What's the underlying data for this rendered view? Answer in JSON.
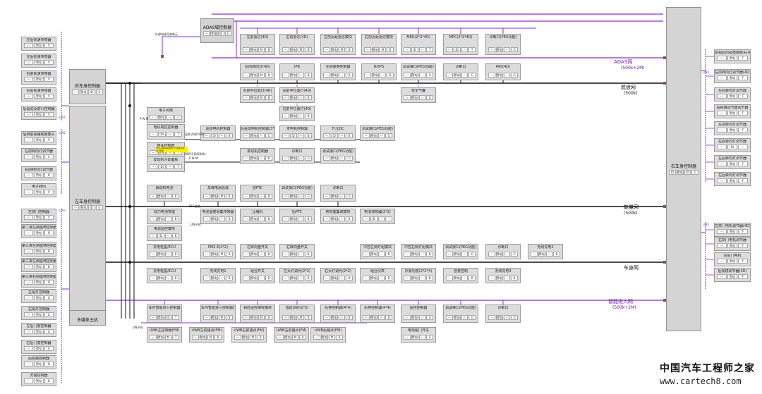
{
  "colors": {
    "trunk": "#111111",
    "purple": "#8a2be2",
    "purple_dark": "#6a1a9a",
    "pink": "#cc3388",
    "ecu_fill": "#dcdcdc",
    "note_yellow": "#ffee00"
  },
  "buses": {
    "adas": {
      "label": "ADAS网",
      "sub": "(500k+2M)"
    },
    "chassis": {
      "label": "底盘网",
      "sub": "(500k)"
    },
    "energy": {
      "label": "能量网",
      "sub": "(500k)"
    },
    "body": {
      "label": "车身网",
      "sub": ""
    },
    "smart": {
      "label": "智能进入网",
      "sub": "(500k+2M)"
    }
  },
  "main_nodes": {
    "rear_body": {
      "title": "后车身控制器",
      "fields": [
        "—",
        "警电",
        "ID",
        "G"
      ]
    },
    "left_body": {
      "title": "左车身控制器",
      "fields": [
        "—",
        "警电",
        "ID",
        "G"
      ]
    },
    "multimedia": {
      "title": "多媒体主机",
      "fields": []
    },
    "right_body": {
      "title": "右车身控制器",
      "fields": [
        "ID",
        "警电",
        "ID",
        "G"
      ]
    },
    "adas_ctrl": {
      "title": "ADAS域控制器",
      "fields": [
        "—",
        "警电",
        "ID",
        "G"
      ]
    }
  },
  "left_column_top": [
    {
      "title": "左后轮速传感器",
      "fields": [
        "—",
        "警电",
        "V"
      ]
    },
    {
      "title": "左后轮速传感器",
      "fields": [
        "—",
        "警电",
        "V"
      ]
    },
    {
      "title": "右前轮速传感器",
      "fields": [
        "—",
        "警电",
        "V"
      ]
    },
    {
      "title": "右后轮速传感器",
      "fields": [
        "—",
        "警电",
        "V"
      ]
    },
    {
      "title": "后驱动及前行控制器",
      "fields": [
        "—",
        "警电",
        "V"
      ]
    }
  ],
  "left_column_mid": [
    {
      "title": "后挡前视辅助摄像头",
      "fields": [
        "—",
        "警电",
        "P"
      ]
    },
    {
      "title": "左前转向灯调节器",
      "fields": [
        "—",
        "警电",
        "C"
      ]
    },
    {
      "title": "右前转向灯调节器",
      "fields": [
        "—",
        "警电",
        "B"
      ]
    },
    {
      "title": "电子转向",
      "fields": [
        "—",
        "警电",
        "P"
      ]
    }
  ],
  "left_column_low": [
    {
      "title": "左前门控制器",
      "fields": [
        "—",
        "警电",
        "V"
      ]
    },
    {
      "title": "第二排左侧座椅控制器",
      "fields": [
        "—",
        "警电",
        "B"
      ]
    },
    {
      "title": "第三排左侧座椅控制器",
      "fields": [
        "—",
        "警电",
        "B"
      ]
    },
    {
      "title": "第三排左侧座椅控制器",
      "fields": [
        "—",
        "警电",
        "B"
      ]
    },
    {
      "title": "第三排右侧座椅控制器",
      "fields": [
        "—",
        "警电",
        "B"
      ]
    },
    {
      "title": "左尾灯控制器",
      "fields": [
        "—",
        "警电",
        "G"
      ]
    },
    {
      "title": "右尾灯控制器",
      "fields": [
        "—",
        "警电",
        "G"
      ]
    },
    {
      "title": "左后门窗控制器",
      "fields": [
        "—",
        "警电",
        "G"
      ]
    },
    {
      "title": "右后门窗控制器",
      "fields": [
        "—",
        "警电",
        "G"
      ]
    },
    {
      "title": "后视镜控制器",
      "fields": [
        "—",
        "警电",
        "B"
      ]
    },
    {
      "title": "天窗控制器",
      "fields": [
        "—",
        "警电",
        "B"
      ]
    }
  ],
  "adas_row": [
    {
      "title": "左前雷达(4D)",
      "fields": [
        "—",
        "警电",
        "M",
        "B"
      ]
    },
    {
      "title": "右前雷达(4D)",
      "fields": [
        "—",
        "警电",
        "M",
        "B"
      ]
    },
    {
      "title": "左前近距雷达模块",
      "fields": [
        "—",
        "警电",
        "M",
        "B"
      ]
    },
    {
      "title": "右前近距雷达模块",
      "fields": [
        "—",
        "警电",
        "M",
        "B"
      ]
    },
    {
      "title": "MRR(2*2*4D)",
      "fields": [
        "—",
        "ID",
        "—",
        "T"
      ]
    },
    {
      "title": "MPC(2*2*4D)",
      "fields": [
        "—",
        "ID",
        "—",
        "T"
      ]
    },
    {
      "title": "诊断口(PEG功能)",
      "fields": [
        "—",
        "警电",
        "—",
        "G"
      ]
    }
  ],
  "chassis_row1": [
    {
      "title": "左前转向灯(4D)",
      "fields": [
        "—",
        "警电",
        "M",
        "B"
      ]
    },
    {
      "title": "IPB",
      "fields": [
        "—",
        "警电",
        "—",
        "B"
      ]
    },
    {
      "title": "主动悬架控制器",
      "fields": [
        "—",
        "警电",
        "—",
        "B"
      ]
    },
    {
      "title": "R-EPS",
      "fields": [
        "—",
        "警电",
        "—",
        "B"
      ]
    },
    {
      "title": "调试接口(PEG功能)",
      "fields": [
        "—",
        "警电",
        "—",
        "G"
      ]
    },
    {
      "title": "诊断口",
      "fields": [
        "—",
        "警电",
        "—",
        "G"
      ]
    },
    {
      "title": "PAS(4D)",
      "fields": [
        "—",
        "警电",
        "—",
        "G"
      ]
    }
  ],
  "chassis_row2": [
    {
      "title": "左前中位置灯(4D)",
      "fields": [
        "—",
        "警电",
        "M",
        "B"
      ]
    },
    {
      "title": "右前中位置灯(4D)",
      "fields": [
        "—",
        "警电",
        "—",
        "B"
      ]
    },
    {
      "title": "右前中位置灯(4D)",
      "fields": [
        "—",
        "警电",
        "—",
        "B"
      ]
    },
    {
      "title": "安全气囊",
      "fields": [
        "—",
        "警电",
        "—",
        "G"
      ]
    }
  ],
  "power_group": [
    {
      "title": "电子风扇",
      "fields": [
        "—",
        "警电",
        "—",
        "—"
      ]
    },
    {
      "title": "电机电控控制器",
      "fields": [
        "—",
        "IDI",
        "—",
        "T"
      ]
    },
    {
      "title": "整车控制器",
      "fields": [
        "—",
        "警电",
        "—",
        "T"
      ]
    },
    {
      "title": "发动机冷却面板",
      "fields": [
        "—",
        "IDI",
        "—",
        "T"
      ]
    }
  ],
  "engine_row": [
    {
      "title": "驱动电机控制器",
      "fields": [
        "—",
        "ID",
        "—",
        "B"
      ]
    },
    {
      "title": "后驱动电机控制器(3*4*)",
      "fields": [
        "—",
        "警电",
        "—",
        "G"
      ]
    },
    {
      "title": "发电机控制器",
      "fields": [
        "—",
        "ID",
        "—",
        "B"
      ]
    },
    {
      "title": "升压DC",
      "fields": [
        "—",
        "ID",
        "—",
        "B"
      ]
    },
    {
      "title": "调试接口(PEG功能)",
      "fields": [
        "—",
        "警电",
        "—",
        "G"
      ]
    },
    {
      "title": "发动机控制器",
      "fields": [
        "—",
        "警电",
        "—",
        "B"
      ]
    },
    {
      "title": "诊断口",
      "fields": [
        "—",
        "警电",
        "—",
        "G"
      ]
    },
    {
      "title": "调试接口(PEG功能)",
      "fields": [
        "—",
        "警电",
        "—",
        "G"
      ]
    }
  ],
  "energy_row1": [
    {
      "title": "启动机电池",
      "fields": [
        "—",
        "警电",
        "—",
        "B"
      ]
    },
    {
      "title": "车载电源总成",
      "fields": [
        "—",
        "警电",
        "M",
        "B"
      ]
    },
    {
      "title": "前PTC",
      "fields": [
        "—",
        "警电",
        "—",
        "B"
      ]
    },
    {
      "title": "调试接口(PEG功能)",
      "fields": [
        "—",
        "警电",
        "—",
        "G"
      ]
    },
    {
      "title": "诊断口",
      "fields": [
        "—",
        "警电",
        "—",
        "G"
      ]
    }
  ],
  "energy_row2": [
    {
      "title": "动力电池管理",
      "fields": [
        "—",
        "警电",
        "—",
        "B"
      ]
    },
    {
      "title": "电池温度采集传感器",
      "fields": [
        "—",
        "警电",
        "—",
        "B"
      ]
    },
    {
      "title": "压缩机",
      "fields": [
        "—",
        "警电",
        "—",
        "B"
      ]
    },
    {
      "title": "后PTC",
      "fields": [
        "—",
        "警电",
        "—",
        "B"
      ]
    },
    {
      "title": "热管理集成模块",
      "fields": [
        "—",
        "警电",
        "—",
        "B"
      ]
    },
    {
      "title": "电池加热器(2*2)",
      "fields": [
        "—",
        "ID",
        "—",
        "—"
      ]
    }
  ],
  "energy_row3": [
    {
      "title": "电源监控模块",
      "fields": [
        "—",
        "ID",
        "—",
        "B"
      ]
    }
  ],
  "body_row1": [
    {
      "title": "充电桩座/ECU",
      "fields": [
        "—",
        "警电",
        "—",
        "B"
      ]
    },
    {
      "title": "PM2.5(2*2)",
      "fields": [
        "—",
        "警电",
        "M",
        "B"
      ]
    },
    {
      "title": "左转向盘开关",
      "fields": [
        "—",
        "警电",
        "—",
        "B"
      ]
    },
    {
      "title": "右转向盘开关",
      "fields": [
        "—",
        "警电",
        "—",
        "B"
      ]
    },
    {
      "title": "中控左侧灯组模块",
      "fields": [
        "—",
        "警电",
        "—",
        "B"
      ]
    },
    {
      "title": "中控右侧灯组模块",
      "fields": [
        "—",
        "警电",
        "—",
        "B"
      ]
    },
    {
      "title": "调试接口(PEG功能)",
      "fields": [
        "—",
        "警电",
        "—",
        "G"
      ]
    },
    {
      "title": "诊断口",
      "fields": [
        "—",
        "警电",
        "—",
        "G"
      ]
    },
    {
      "title": "无线充电2",
      "fields": [
        "—",
        "警电",
        "—",
        "B"
      ]
    }
  ],
  "body_row2": [
    {
      "title": "充电桩座/ECU",
      "fields": [
        "—",
        "警电",
        "—",
        "B"
      ]
    },
    {
      "title": "无线充电1",
      "fields": [
        "—",
        "警电",
        "—",
        "B"
      ]
    },
    {
      "title": "组合开关",
      "fields": [
        "—",
        "警电",
        "—",
        "B"
      ]
    },
    {
      "title": "左大灯调光(2*2)",
      "fields": [
        "—",
        "警电",
        "—",
        "B"
      ]
    },
    {
      "title": "右大灯调光(2*2)",
      "fields": [
        "—",
        "警电",
        "—",
        "B"
      ]
    },
    {
      "title": "组合仪表",
      "fields": [
        "—",
        "警电",
        "—",
        "B"
      ]
    },
    {
      "title": "外置功放(2*2*4)",
      "fields": [
        "—",
        "警电",
        "—",
        "B"
      ]
    },
    {
      "title": "音量控制",
      "fields": [
        "—",
        "警电",
        "—",
        "B"
      ]
    },
    {
      "title": "无线充电3",
      "fields": [
        "—",
        "警电",
        "—",
        "B"
      ]
    }
  ],
  "smart_row": [
    {
      "title": "车外智能进入控制器",
      "fields": [
        "—",
        "警电",
        "ID",
        "T"
      ]
    },
    {
      "title": "车内智能进入控制器(预留)",
      "fields": [
        "—",
        "警电",
        "M",
        "B"
      ]
    },
    {
      "title": "钥匙遥控接收模块",
      "fields": [
        "—",
        "警电",
        "M",
        "B"
      ]
    },
    {
      "title": "指纹识别(2*2)",
      "fields": [
        "—",
        "警电",
        "M",
        "B"
      ]
    },
    {
      "title": "后排控制器(4*4)",
      "fields": [
        "—",
        "警电",
        "—",
        "B"
      ]
    },
    {
      "title": "后排控制器(4*4)",
      "fields": [
        "—",
        "警电",
        "—",
        "B"
      ]
    },
    {
      "title": "遥控控制器",
      "fields": [
        "—",
        "警电",
        "—",
        "G"
      ]
    },
    {
      "title": "调试接口(PEG功能)",
      "fields": [
        "—",
        "警电",
        "—",
        "G"
      ]
    },
    {
      "title": "诊断口",
      "fields": [
        "—",
        "警电",
        "—",
        "G"
      ]
    }
  ],
  "smart_row2": [
    {
      "title": "UWB主控制器(FM)",
      "fields": [
        "—",
        "警电",
        "M",
        "T"
      ]
    },
    {
      "title": "UWB左前锚点(FM)",
      "fields": [
        "—",
        "警电",
        "M",
        "B"
      ]
    },
    {
      "title": "UWB右前锚点(FM)",
      "fields": [
        "—",
        "警电",
        "M",
        "B"
      ]
    },
    {
      "title": "UWB右前锚点(FM)",
      "fields": [
        "—",
        "警电",
        "M",
        "B"
      ]
    },
    {
      "title": "UWB后锚点(FM)",
      "fields": [
        "—",
        "警电",
        "M",
        "B"
      ]
    },
    {
      "title": "电动尾门开关",
      "fields": [
        "—",
        "警电",
        "—",
        "G"
      ]
    }
  ],
  "right_column": [
    {
      "title": "前视后向视角摄像头(4D)",
      "fields": [
        "—",
        "警电",
        "F"
      ]
    },
    {
      "title": "左前转向灯调节器(4D)",
      "fields": [
        "—",
        "警电",
        "F"
      ]
    },
    {
      "title": "左后转向灯调节器",
      "fields": [
        "—",
        "警电",
        "F"
      ]
    },
    {
      "title": "后视镜调节器调节器",
      "fields": [
        "—",
        "警电",
        "F"
      ]
    },
    {
      "title": "左前转向灯调节器",
      "fields": [
        "—",
        "警电",
        "F"
      ]
    },
    {
      "title": "左后转向灯调节器",
      "fields": [
        "—",
        "ID",
        "—"
      ]
    },
    {
      "title": "左后转向灯调节器",
      "fields": [
        "—",
        "警电",
        "F"
      ]
    },
    {
      "title": "左后转向灯调节器",
      "fields": [
        "—",
        "警电",
        "F"
      ]
    },
    {
      "title": "左前门电机调节器(4D)",
      "fields": [
        "—",
        "警电",
        "F"
      ]
    },
    {
      "title": "右前门电机调节器",
      "fields": [
        "—",
        "警电",
        "F"
      ]
    },
    {
      "title": "左后门电机",
      "fields": [
        "—",
        "警电",
        "F"
      ]
    },
    {
      "title": "后视镜调节器(4D)",
      "fields": [
        "—",
        "警电",
        "F"
      ]
    }
  ],
  "labels": {
    "top_small": "外部电源开放单元",
    "sub_net_a": "混合子网(500k)",
    "sub_net_b": "BSM子网(500k)",
    "pwm_a": "P W M",
    "pwm_b": "P W M",
    "lin_note": "LIN子网",
    "note_yellow": "混合子网车载通信 IP 通信总线(IP)通信",
    "lin1": "LIN1",
    "lin2": "LIN2",
    "lin3": "LIN3",
    "lin4": "LIN4",
    "lin5": "LIN5",
    "bus_k": "BLC总线",
    "bus_k2": "LIN子网"
  },
  "logo": {
    "cn": "中国汽车工程师之家",
    "url": "www.cartech8.com"
  }
}
